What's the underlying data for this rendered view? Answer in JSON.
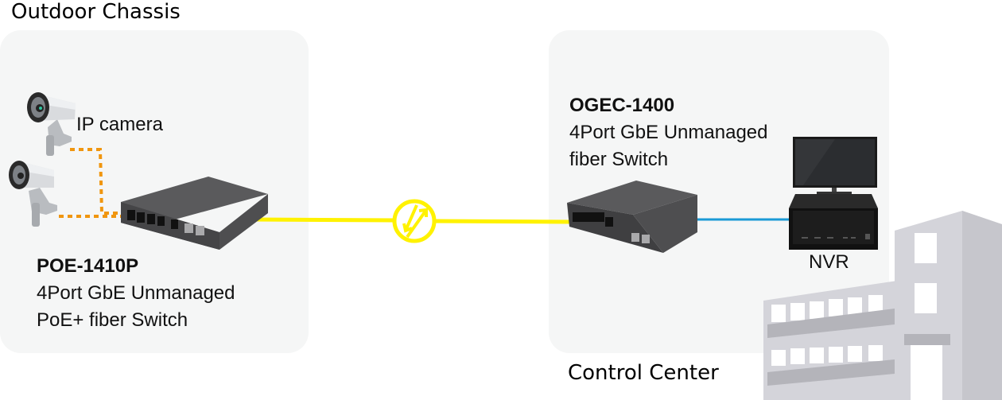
{
  "sections": {
    "outdoor": {
      "title": "Outdoor Chassis"
    },
    "control": {
      "title": "Control Center"
    }
  },
  "devices": {
    "camera": {
      "label": "IP camera",
      "icon": "ip-camera-icon"
    },
    "poe_switch": {
      "model": "POE-1410P",
      "line1": "4Port GbE Unmanaged",
      "line2": "PoE+ fiber Switch",
      "icon": "switch-icon"
    },
    "fiber_switch": {
      "model": "OGEC-1400",
      "line1": "4Port GbE Unmanaged",
      "line2": "fiber Switch",
      "icon": "switch-icon"
    },
    "nvr": {
      "label": "NVR",
      "icon": "nvr-icon"
    }
  },
  "links": {
    "copper_color": "#f0960f",
    "fiber_color": "#fff200",
    "lan_color": "#1a9ad6",
    "fiber_symbol_icon": "fiber-link-icon"
  },
  "colors": {
    "panel_bg": "#f5f6f6",
    "building": "#cfcfd4"
  }
}
